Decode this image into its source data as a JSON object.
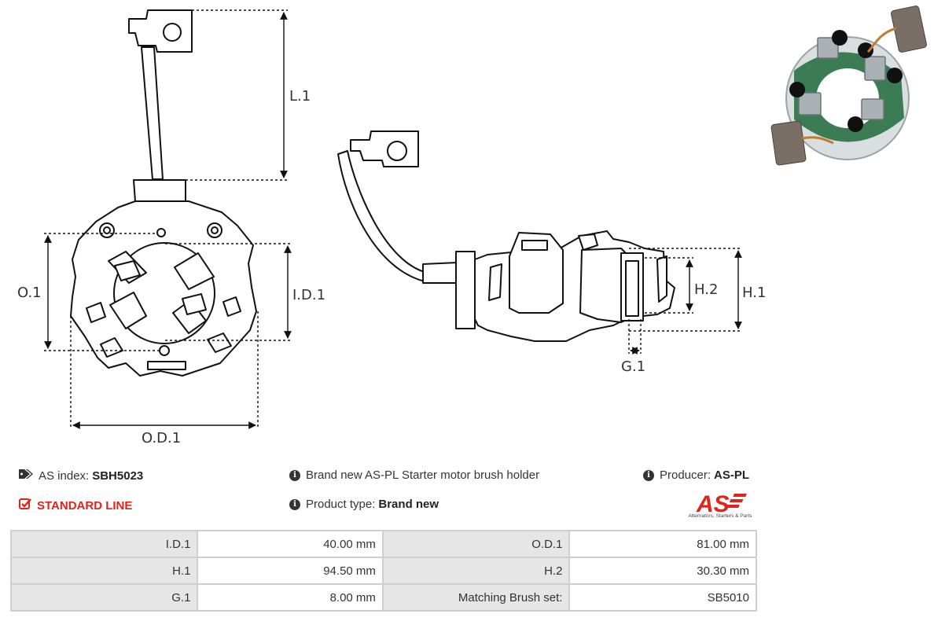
{
  "drawing": {
    "labels": {
      "l1": "L.1",
      "o1": "O.1",
      "id1": "I.D.1",
      "od1": "O.D.1",
      "h1": "H.1",
      "h2": "H.2",
      "g1": "G.1"
    }
  },
  "info": {
    "as_index_label": "AS index:",
    "as_index_value": "SBH5023",
    "standard_line": "STANDARD LINE",
    "description": "Brand new AS-PL Starter motor brush holder",
    "product_type_label": "Product type:",
    "product_type_value": "Brand new",
    "producer_label": "Producer:",
    "producer_value": "AS-PL"
  },
  "logo": {
    "mark": "AS",
    "tagline": "Alternators, Starters & Parts",
    "color": "#e2231a"
  },
  "specs": [
    [
      "I.D.1",
      "40.00 mm",
      "O.D.1",
      "81.00 mm"
    ],
    [
      "H.1",
      "94.50 mm",
      "H.2",
      "30.30 mm"
    ],
    [
      "G.1",
      "8.00 mm",
      "Matching Brush set:",
      "SB5010"
    ]
  ],
  "colors": {
    "accent": "#e2231a",
    "table_key_bg": "#e6e6e6",
    "table_border": "#cfcfcf"
  }
}
